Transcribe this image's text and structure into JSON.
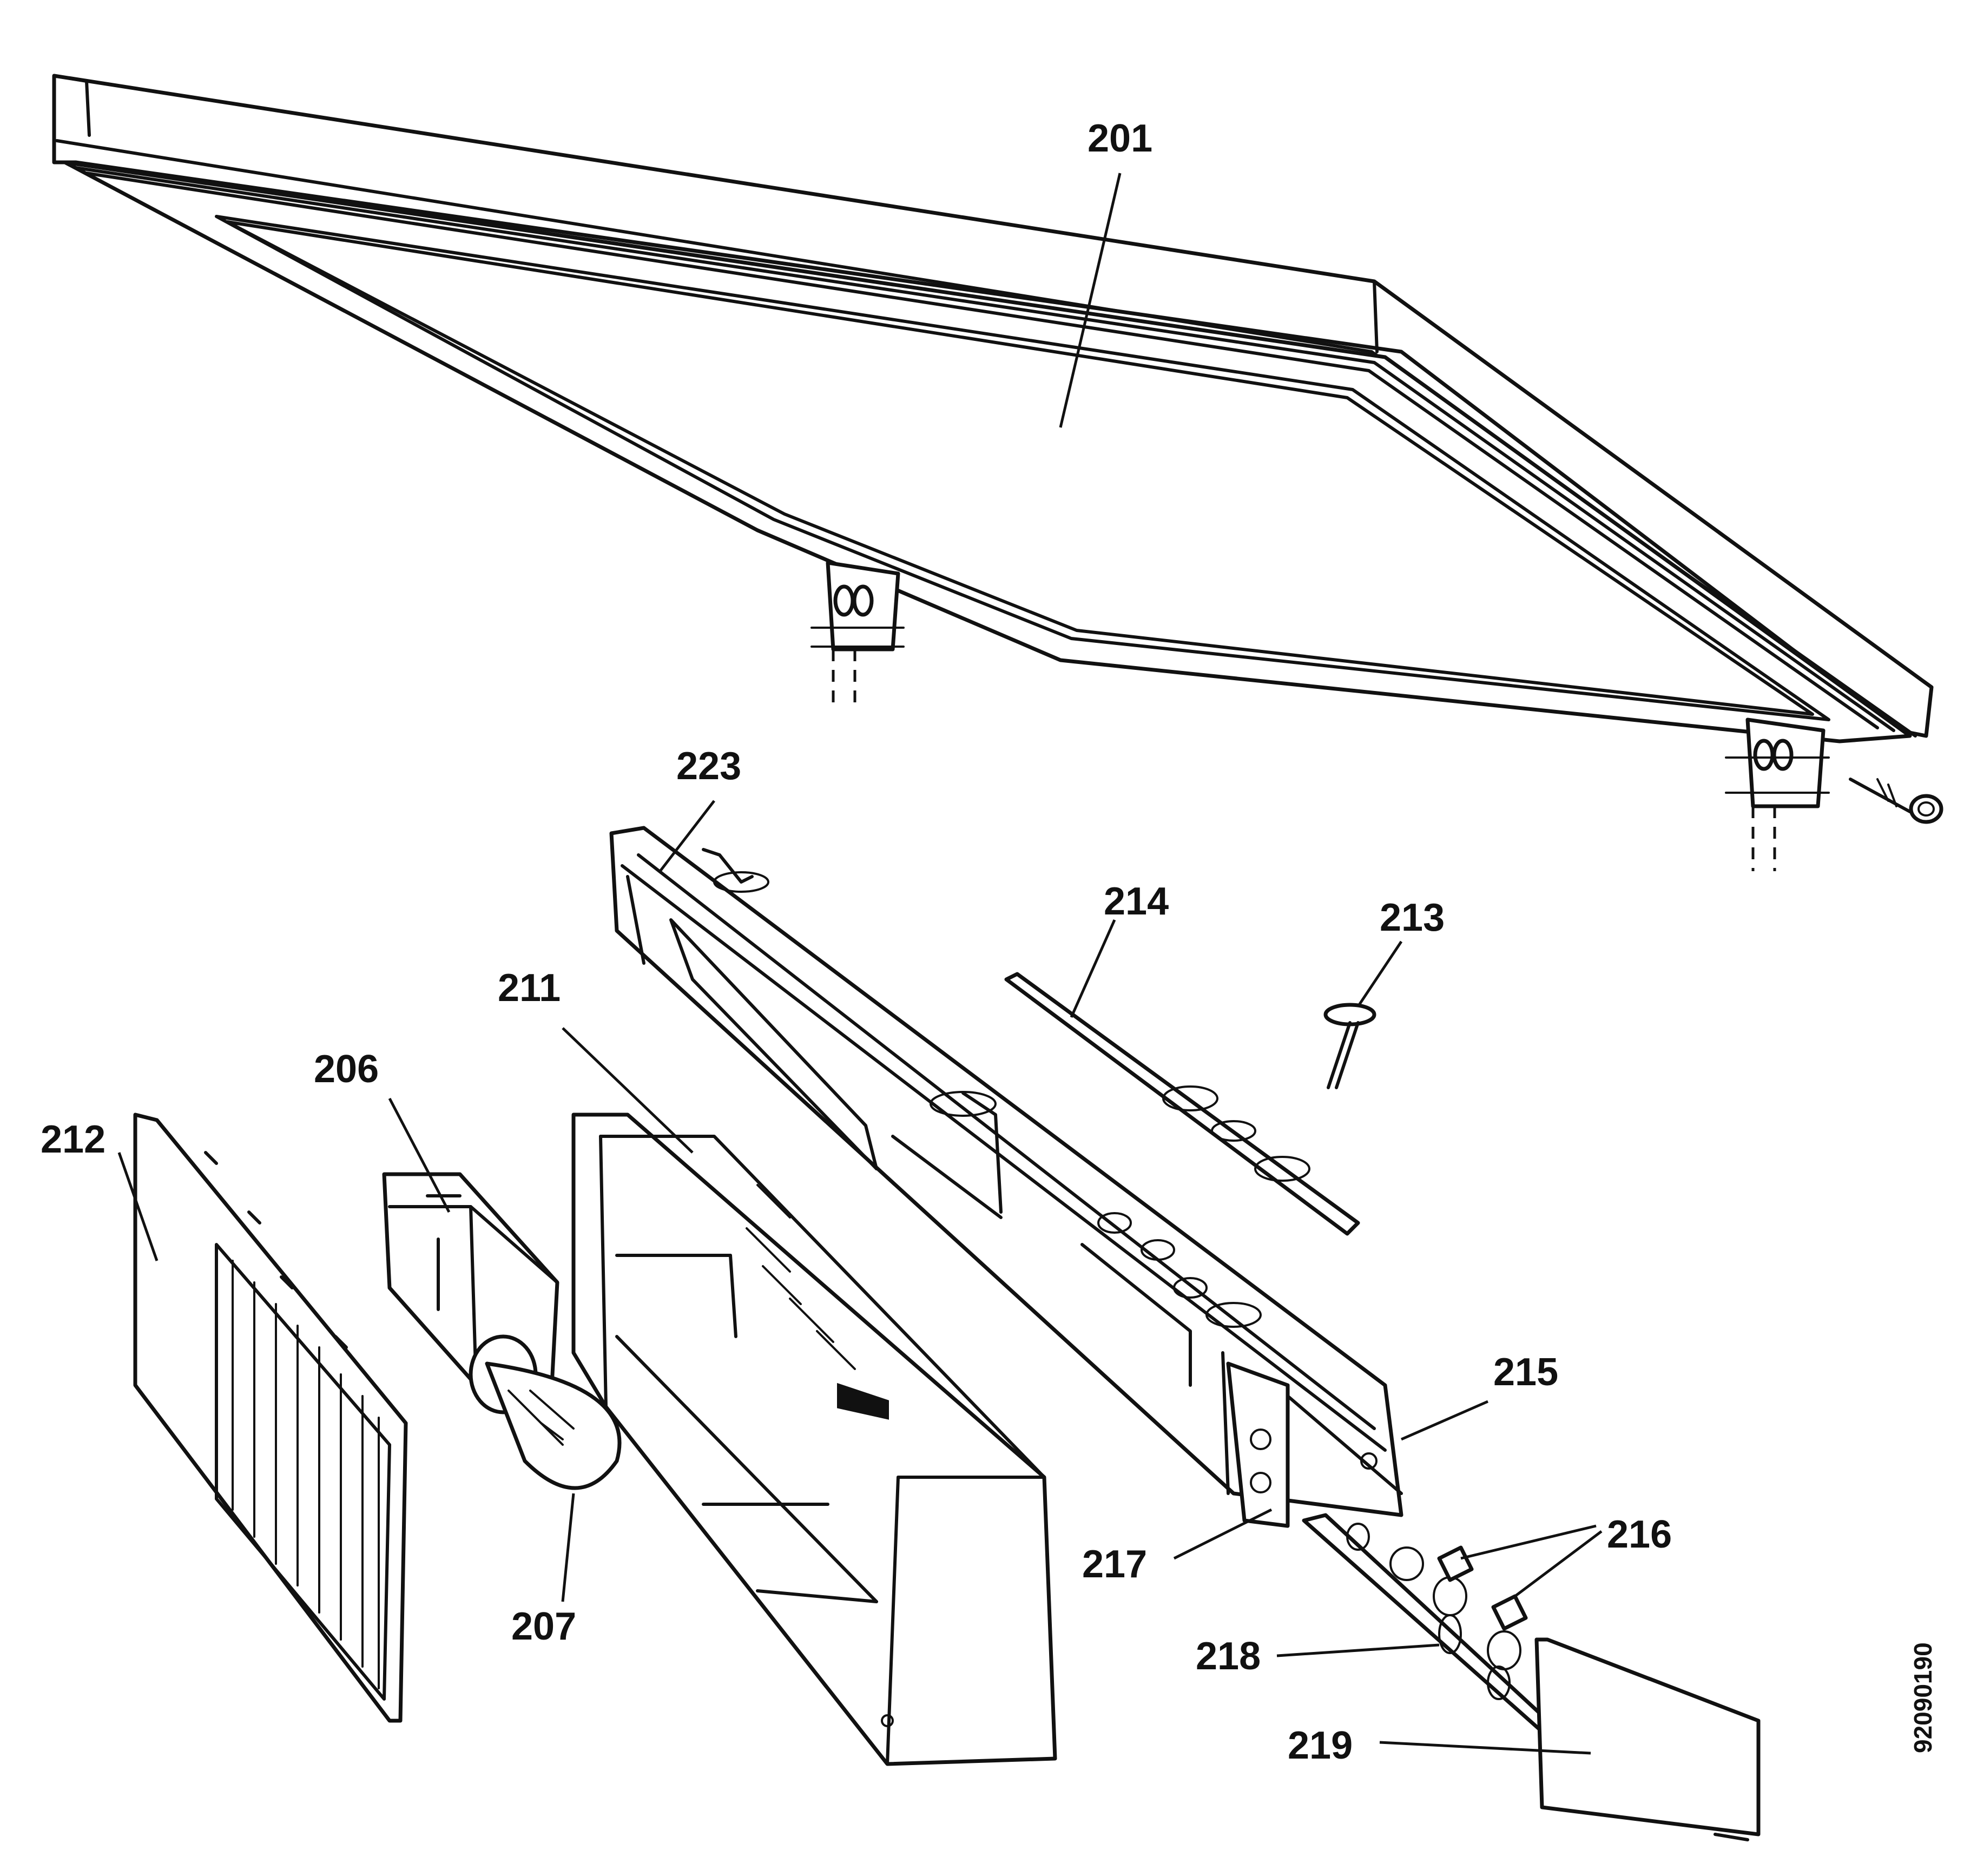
{
  "drawing": {
    "number": "92090190",
    "line_color": "#111111",
    "background": "#ffffff"
  },
  "callouts": {
    "c201": "201",
    "c223": "223",
    "c214": "214",
    "c213": "213",
    "c211": "211",
    "c206": "206",
    "c212": "212",
    "c215": "215",
    "c216": "216",
    "c217": "217",
    "c218": "218",
    "c207": "207",
    "c219": "219"
  }
}
